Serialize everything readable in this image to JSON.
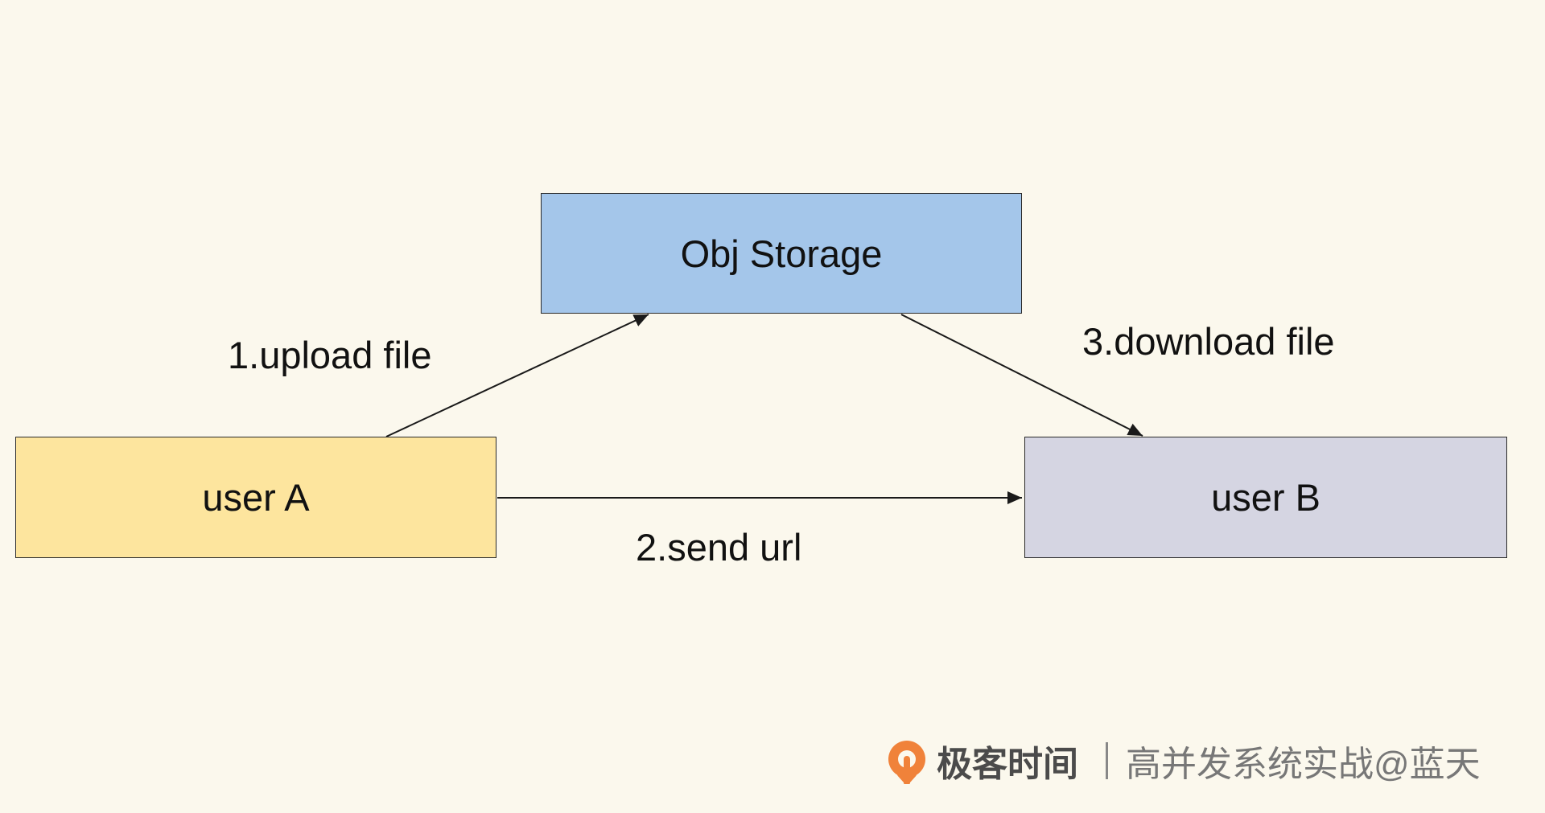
{
  "diagram": {
    "nodes": {
      "storage": {
        "label": "Obj Storage",
        "fill": "#a4c6ea"
      },
      "user_a": {
        "label": "user A",
        "fill": "#fde59e"
      },
      "user_b": {
        "label": "user B",
        "fill": "#d5d5e2"
      }
    },
    "edges": [
      {
        "from": "user A",
        "to": "Obj Storage",
        "label": "1.upload file"
      },
      {
        "from": "user A",
        "to": "user B",
        "label": "2.send url"
      },
      {
        "from": "Obj Storage",
        "to": "user B",
        "label": "3.download file"
      }
    ]
  },
  "footer": {
    "brand": "极客时间",
    "author": "高并发系统实战@蓝天",
    "logo_color": "#f0823a"
  },
  "colors": {
    "background": "#fbf8ed",
    "line": "#1a1a1a"
  }
}
